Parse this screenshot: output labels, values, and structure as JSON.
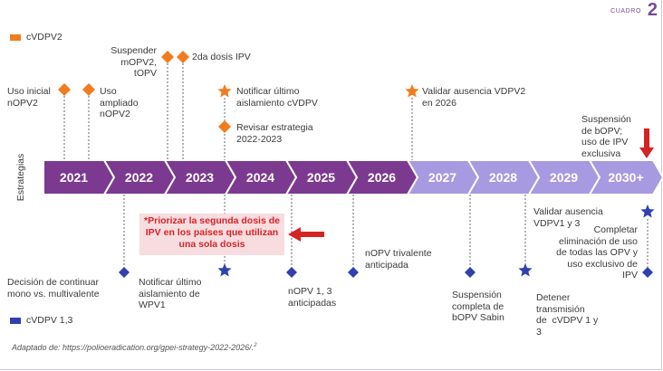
{
  "box_label": "CUADRO",
  "box_number": "2",
  "axis_label": "Estrategias",
  "legend": {
    "top": {
      "label": "cVDPV2",
      "color": "#f07c1e"
    },
    "bottom": {
      "label": "cVDPV 1,3",
      "color": "#3040b0"
    }
  },
  "years": [
    "2021",
    "2022",
    "2023",
    "2024",
    "2025",
    "2026",
    "2027",
    "2028",
    "2029",
    "2030+"
  ],
  "colors": {
    "dark": "#7b3a8f",
    "light": "#a79ae0",
    "orange": "#f07c1e",
    "blue": "#3040b0",
    "red": "#d42424"
  },
  "events_top": {
    "uso_inicial": "Uso inicial\nnOPV2",
    "uso_ampliado": "Uso\nampliado\nnOPV2",
    "suspender": "Suspender\nmOPV2,\ntOPV",
    "segunda_dosis": "2da dosis IPV",
    "notificar_cvdpv": "Notificar último\naislamiento cVDPV",
    "revisar": "Revisar estrategia\n2022-2023",
    "validar_vdpv2": "Validar ausencia VDPV2\nen 2026",
    "suspension_bopv": "Suspensión\nde bOPV;\nuso de IPV\nexclusiva"
  },
  "events_bottom": {
    "decision": "Decisión de continuar\nmono vs. multivalente",
    "notificar_wpv1": "Notificar último\naislamiento de\nWPV1",
    "nopv13": "nOPV 1, 3\nanticipadas",
    "nopv_trivalente": "nOPV trivalente\nanticipada",
    "suspension_sabin": "Suspensión\ncompleta de\nbOPV Sabin",
    "detener": "Detener\ntransmisión\nde  cVDPV 1 y\n3",
    "validar_vdpv13": "Validar ausencia\nVDPV1 y 3",
    "completar": "Completar\neliminación de uso\nde todas las OPV y\nuso exclusivo de\nIPV"
  },
  "note": "*Priorizar la segunda dosis de\nIPV en los países que utilizan\nuna sola dosis",
  "source": "Adaptado de: https://polioeradication.org/gpei-strategy-2022-2026/.",
  "source_ref": "2"
}
